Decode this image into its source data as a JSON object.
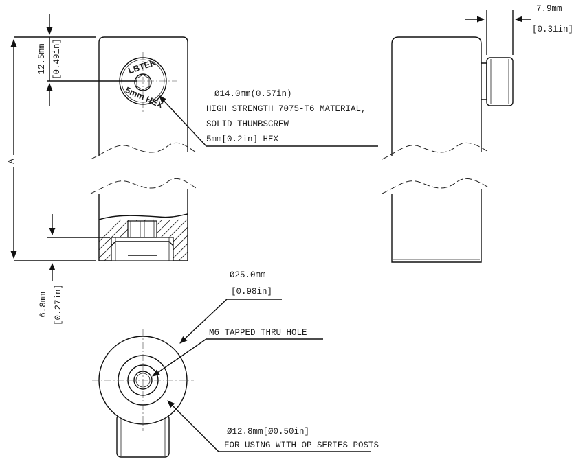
{
  "dims": {
    "top_offset_mm": "12.5mm",
    "top_offset_in": "[0.49in]",
    "length_label": "A",
    "bottom_mm": "6.8mm",
    "bottom_in": "[0.27in]",
    "screw_protrusion_mm": "7.9mm",
    "screw_protrusion_in": "[0.31in]"
  },
  "thumbscrew_note": {
    "line1": "Ø14.0mm(0.57in)",
    "line2": "HIGH STRENGTH 7075-T6 MATERIAL,",
    "line3": "SOLID THUMBSCREW",
    "line4": "5mm[0.2in] HEX"
  },
  "logo": {
    "brand": "LBTEK",
    "hex": "5mm HEX"
  },
  "bottom_view": {
    "outer_mm": "Ø25.0mm",
    "outer_in": "[0.98in]",
    "thru_hole": "M6 TAPPED THRU HOLE",
    "inner_dim": "Ø12.8mm[Ø0.50in]",
    "inner_note": "FOR USING WITH OP SERIES POSTS"
  }
}
